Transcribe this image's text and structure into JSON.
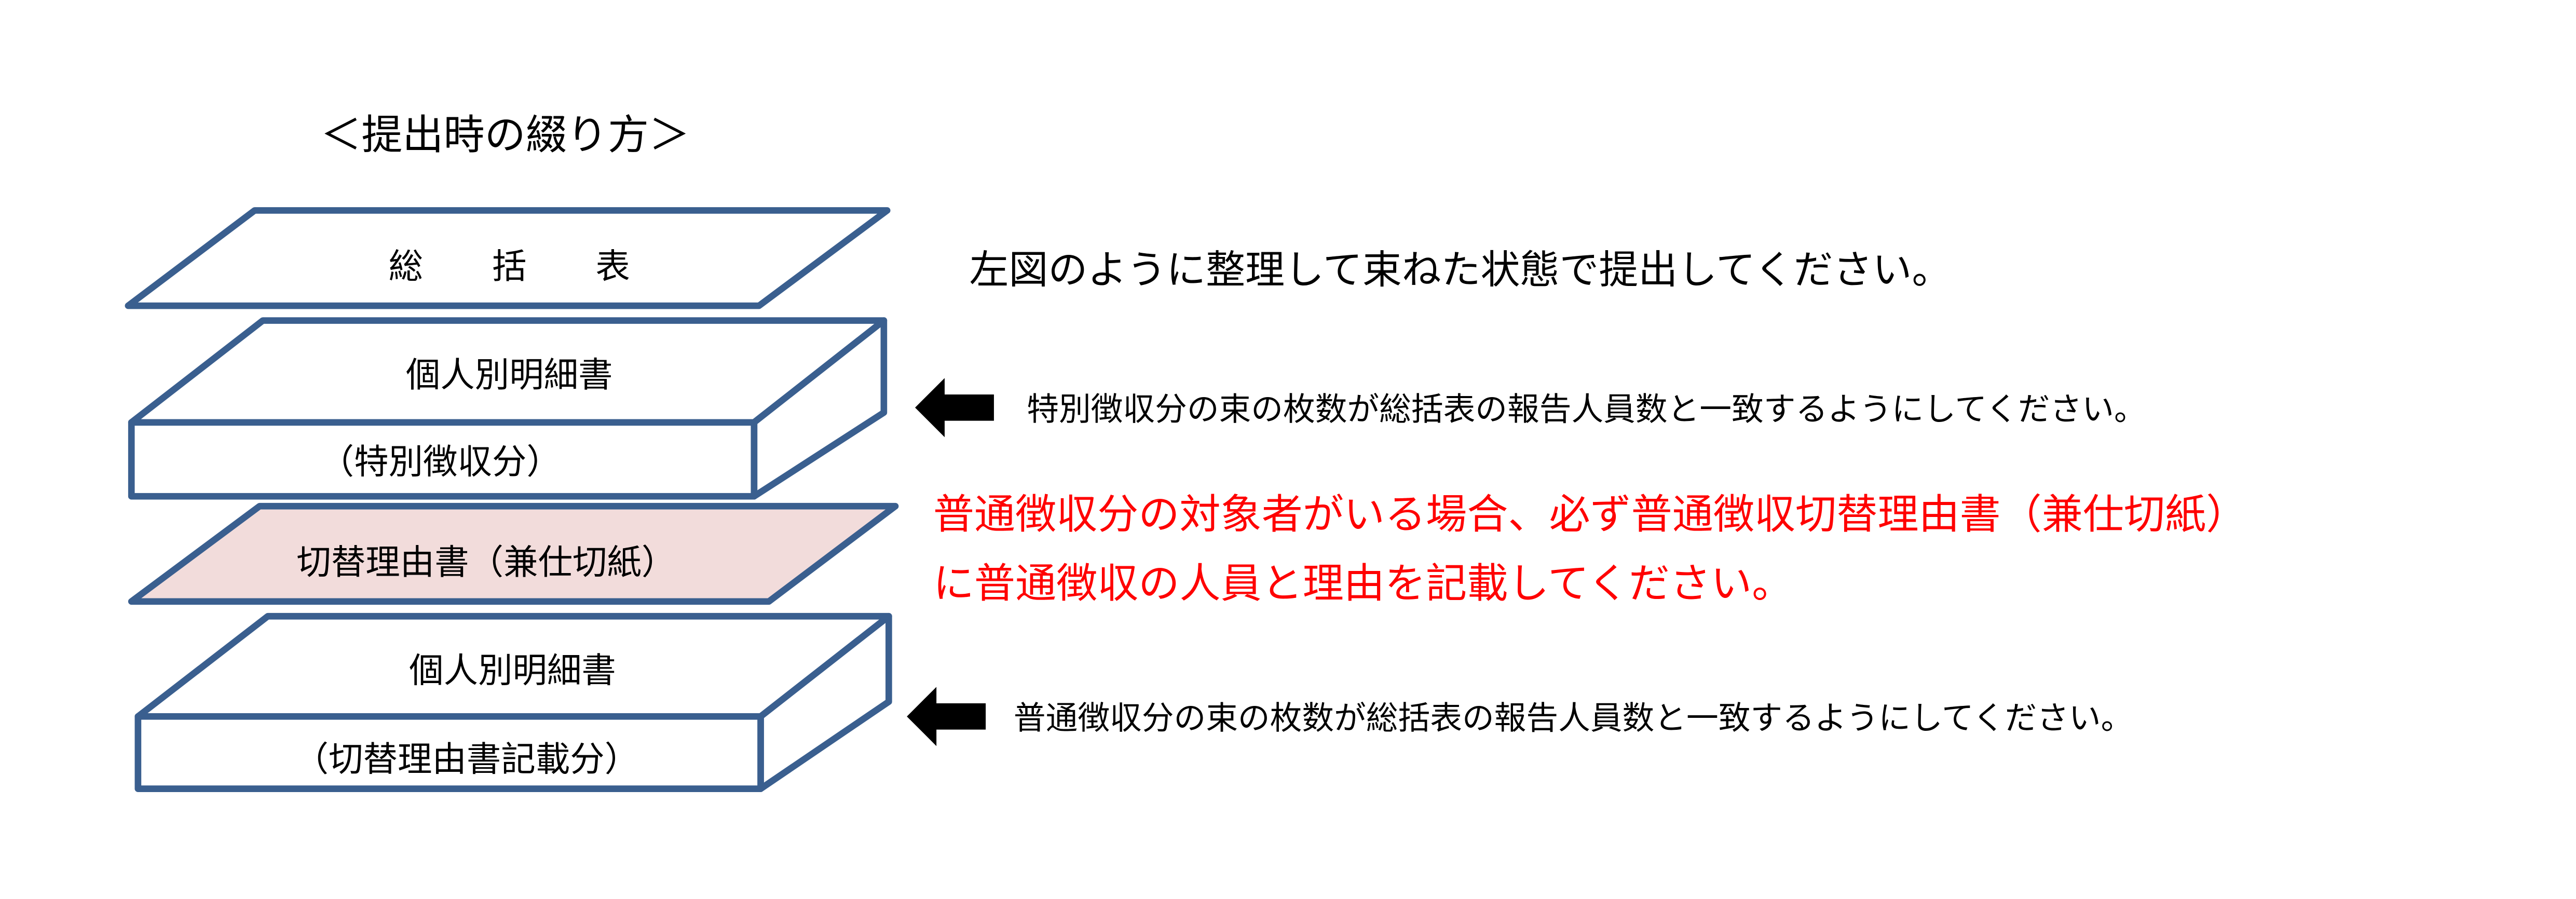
{
  "title": "＜提出時の綴り方＞",
  "stack": {
    "summary_sheet": "総　　括　　表",
    "bundle_special": {
      "top": "個人別明細書",
      "front": "（特別徴収分）"
    },
    "switch_sheet": "切替理由書（兼仕切紙）",
    "bundle_normal": {
      "top": "個人別明細書",
      "front": "（切替理由書記載分）"
    }
  },
  "instructions": {
    "main": "左図のように整理して束ねた状態で提出してください。",
    "special_note": "特別徴収分の束の枚数が総括表の報告人員数と一致するようにしてください。",
    "red_line1": "普通徴収分の対象者がいる場合、必ず普通徴収切替理由書（兼仕切紙）",
    "red_line2": "に普通徴収の人員と理由を記載してください。",
    "normal_note": "普通徴収分の束の枚数が総括表の報告人員数と一致するようにしてください。"
  },
  "colors": {
    "outline": "#3a5f8f",
    "switch_fill": "#f2dcdb",
    "warning": "#ff0000"
  }
}
